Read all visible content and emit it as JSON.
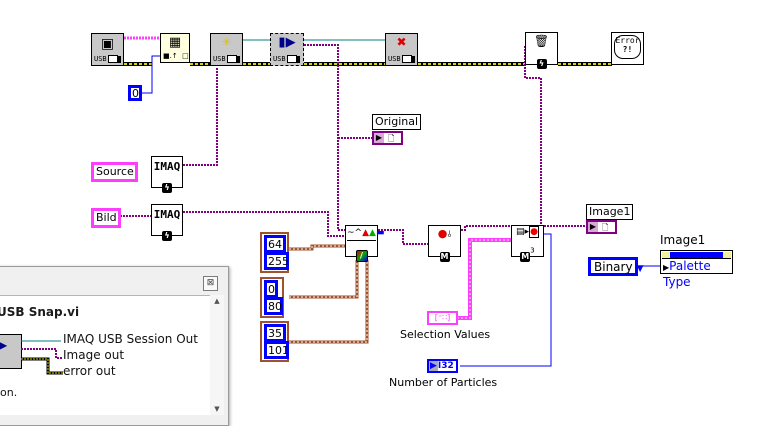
{
  "diagram": {
    "nodes": {
      "usb_open": {
        "label": "USB",
        "icon": "camera-list-icon"
      },
      "array_index": {
        "icon": "index-array-icon"
      },
      "usb_configure": {
        "label": "USB",
        "icon": "new-session-icon"
      },
      "usb_snap": {
        "label": "USB",
        "icon": "play-icon"
      },
      "usb_close": {
        "label": "USB",
        "icon": "close-session-icon"
      },
      "imaq_dispose": {
        "icon": "trash-icon"
      },
      "error_handler": {
        "label": "Error",
        "label2": "?!"
      },
      "imaq_create_source": {
        "label": "IMAQ"
      },
      "imaq_create_bild": {
        "label": "IMAQ"
      },
      "color_threshold": {
        "icon": "histogram-icon"
      },
      "remove_particle": {
        "icon": "particle-remove-icon",
        "badge": "M"
      },
      "particle_filter": {
        "icon": "particle-filter-icon",
        "badge": "M",
        "suffix": "3"
      }
    },
    "constants": {
      "index": "0",
      "source": "Source",
      "bild": "Bild",
      "range1": [
        "64",
        "255"
      ],
      "range2": [
        "0",
        "80"
      ],
      "range3": [
        "35",
        "101"
      ],
      "palette": "Binary"
    },
    "indicators": {
      "original": "Original",
      "image1": "Image1",
      "selection_values": "Selection Values",
      "number_of_particles": "Number of Particles",
      "number_type": "I32",
      "property_node_title": "Image1",
      "property_node_item": "Palette Type"
    }
  },
  "help_window": {
    "close_label": "⊠",
    "title": "USB Snap.vi",
    "terminals": [
      "IMAQ USB Session Out",
      "Image out",
      "error out"
    ],
    "description": "ion."
  },
  "colors": {
    "error_wire": "#b5b500",
    "image_wire": "#800080",
    "session_wire": "#008080",
    "numeric_wire": "#0000ff",
    "cluster_wire": "#a0522d",
    "string_wire": "#ff3dff"
  }
}
